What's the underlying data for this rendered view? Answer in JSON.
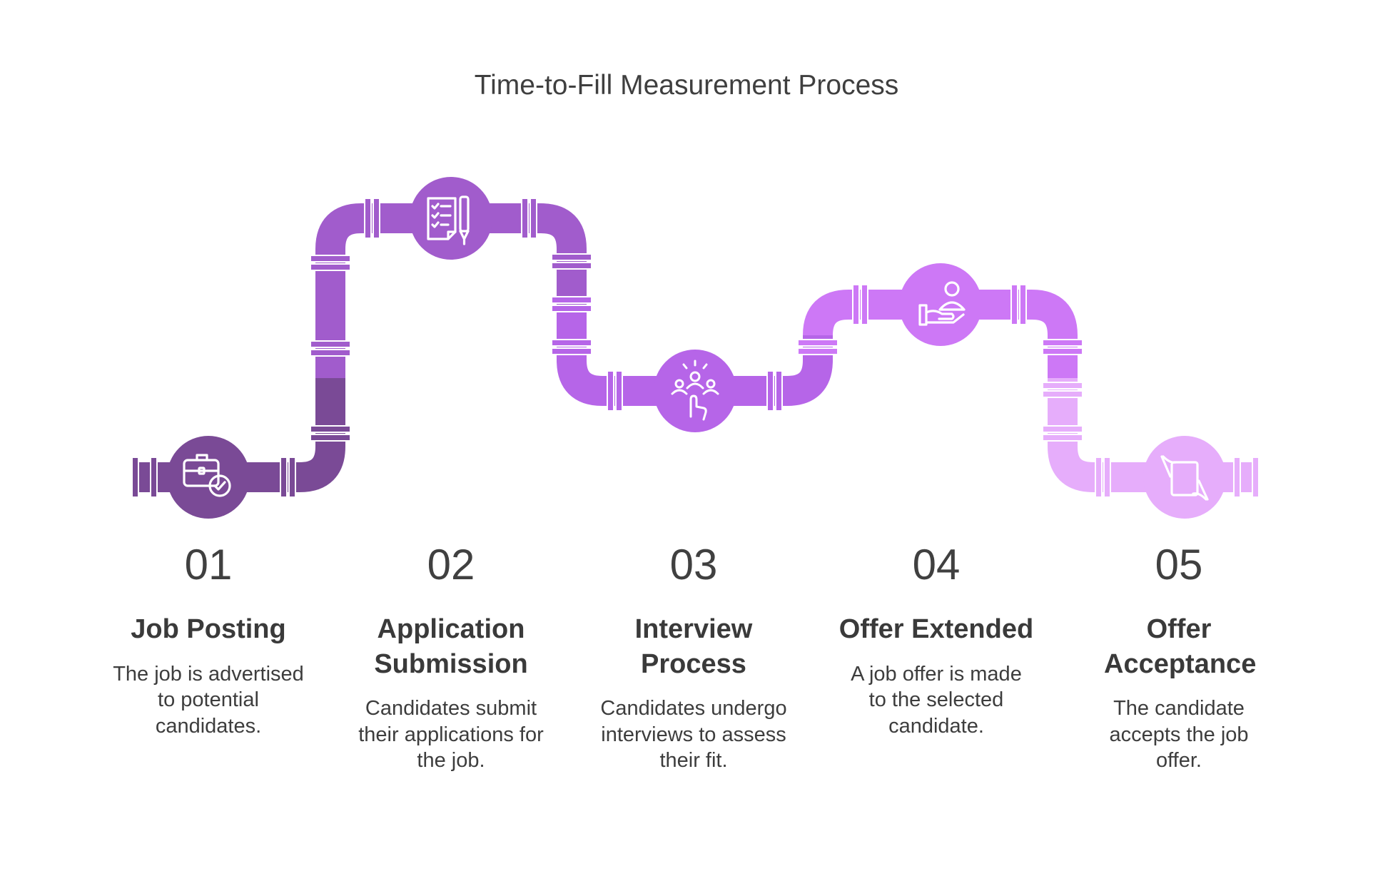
{
  "title": "Time-to-Fill Measurement Process",
  "colors": {
    "step1": "#7a4a96",
    "step2": "#a15ccc",
    "step3": "#b665e8",
    "step4": "#cd78f6",
    "step5": "#e6adfb"
  },
  "steps": [
    {
      "number": "01",
      "title": "Job Posting",
      "description": "The job is advertised to potential candidates.",
      "icon": "briefcase-check-icon"
    },
    {
      "number": "02",
      "title": "Application Submission",
      "description": "Candidates submit their applications for the job.",
      "icon": "checklist-pen-icon"
    },
    {
      "number": "03",
      "title": "Interview Process",
      "description": "Candidates undergo interviews to assess their fit.",
      "icon": "people-select-icon"
    },
    {
      "number": "04",
      "title": "Offer Extended",
      "description": "A job offer is made to the selected candidate.",
      "icon": "hand-offer-person-icon"
    },
    {
      "number": "05",
      "title": "Offer Acceptance",
      "description": "The candidate accepts the job offer.",
      "icon": "hands-document-icon"
    }
  ]
}
